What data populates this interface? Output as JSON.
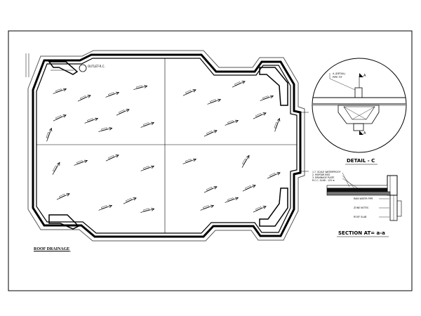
{
  "plan": {
    "title": "ROOF DRAINAGE",
    "outlet_label": "OUTLET-R.C."
  },
  "detail": {
    "title": "DETAIL - C",
    "note_lines": [
      "A (DETAIL)",
      "PIPE FIT"
    ],
    "marker": "A"
  },
  "section": {
    "title": "SECTION  AT= a-a",
    "notes_left": [
      "1.7. SCALE  WATERPROOF",
      "2. MORTAR BED",
      "3. DRAINAGE PLATE",
      "R.C.C. SLAB - 125 w"
    ],
    "notes_right": [
      "RAIN WATER PIPE",
      "ZONE NOTES",
      "ROOF SLAB"
    ]
  },
  "colors": {
    "line": "#000000",
    "outline": "#333333"
  }
}
